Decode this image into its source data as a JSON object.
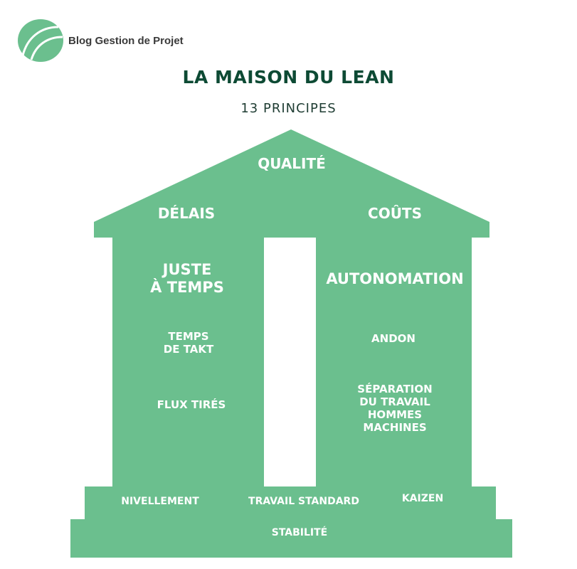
{
  "logo": {
    "name": "Blog Gestion de Projet",
    "icon": "leaf-logo-icon"
  },
  "title": "LA MAISON DU LEAN",
  "subtitle": "13 PRINCIPES",
  "colors": {
    "house": "#6bbf8e",
    "title": "#0d4a34",
    "text": "#ffffff"
  },
  "house": {
    "roof": {
      "top": "QUALITÉ",
      "left": "DÉLAIS",
      "right": "COÛTS"
    },
    "left_pillar": {
      "heading": "JUSTE\nÀ TEMPS",
      "items": [
        "TEMPS\nDE TAKT",
        "FLUX TIRÉS"
      ]
    },
    "right_pillar": {
      "heading": "AUTONOMATION",
      "items": [
        "ANDON",
        "SÉPARATION\nDU TRAVAIL\nHOMMES\nMACHINES"
      ]
    },
    "foundation": {
      "upper": [
        "NIVELLEMENT",
        "TRAVAIL STANDARD",
        "KAIZEN"
      ],
      "lower": "STABILITÉ"
    }
  }
}
